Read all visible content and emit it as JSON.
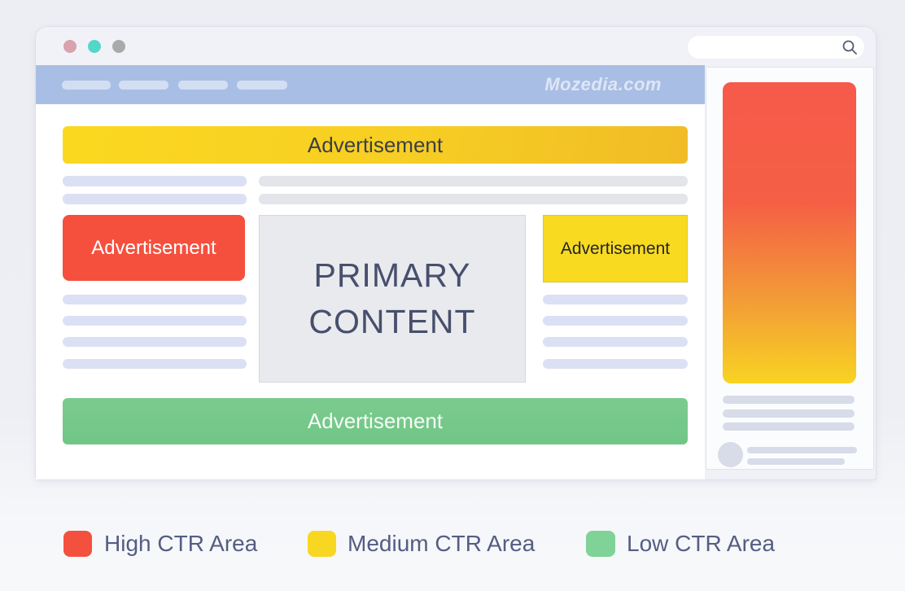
{
  "site": {
    "name": "Mozedia.com"
  },
  "browser": {
    "window_controls": [
      {
        "name": "close",
        "color": "#D9A2AE"
      },
      {
        "name": "minimize",
        "color": "#55D7C8"
      },
      {
        "name": "maximize",
        "color": "#A8AAAC"
      }
    ],
    "search": {
      "value": "",
      "icon": "magnifier"
    },
    "nav_pill_count": 4
  },
  "ads": {
    "top_banner": {
      "label": "Advertisement",
      "ctr_level": "medium",
      "color": "#F8D21E"
    },
    "left_box": {
      "label": "Advertisement",
      "ctr_level": "high",
      "color": "#F5503E"
    },
    "right_box": {
      "label": "Advertisement",
      "ctr_level": "medium",
      "color": "#F8DA21"
    },
    "bottom_banner": {
      "label": "Advertisement",
      "ctr_level": "low",
      "color": "#77C98B"
    },
    "sidebar_skyscraper": {
      "ctr_level": "high-to-medium",
      "gradient_top": "#F6584A",
      "gradient_bottom": "#F8D322"
    }
  },
  "content": {
    "primary_label": "PRIMARY CONTENT"
  },
  "legend": {
    "items": [
      {
        "label": "High CTR Area",
        "color": "#F4503E"
      },
      {
        "label": "Medium CTR Area",
        "color": "#F8D722"
      },
      {
        "label": "Low CTR Area",
        "color": "#7FD397"
      }
    ]
  }
}
